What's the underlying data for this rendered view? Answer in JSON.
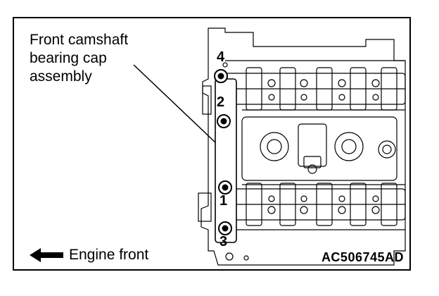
{
  "callout": {
    "lines": [
      "Front camshaft",
      "bearing cap",
      "assembly"
    ]
  },
  "bolt_numbers": [
    "4",
    "2",
    "1",
    "3"
  ],
  "legend": {
    "arrow_icon": "left-arrow-icon",
    "label": "Engine front"
  },
  "figure_code": "AC506745AD",
  "colors": {
    "line": "#000000",
    "background": "#ffffff"
  }
}
